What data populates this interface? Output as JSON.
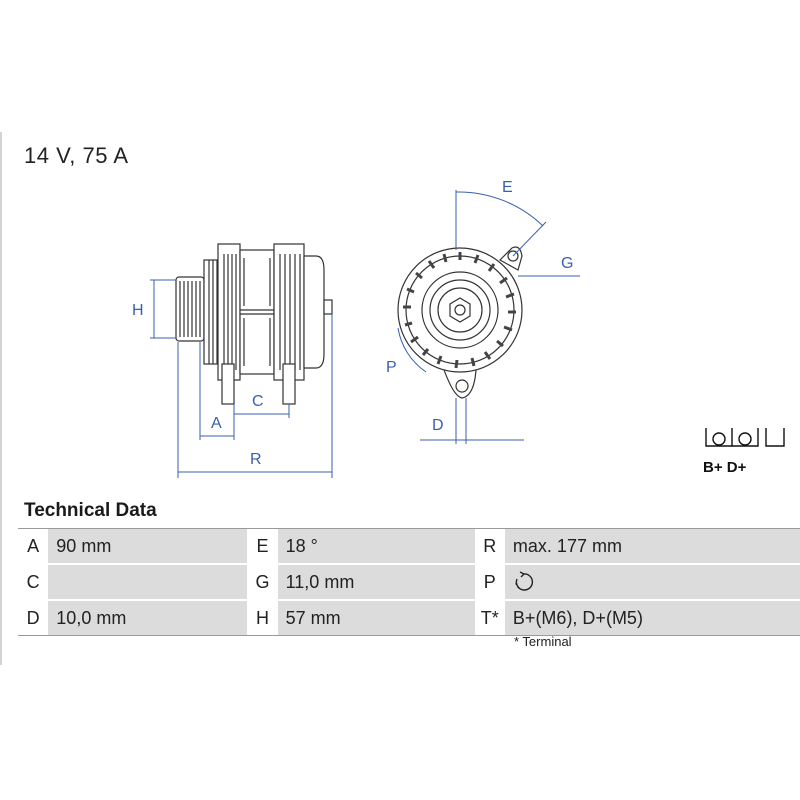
{
  "header": {
    "rating": "14 V, 75 A"
  },
  "drawing": {
    "dim_labels": {
      "A": "A",
      "C": "C",
      "H": "H",
      "R": "R",
      "E": "E",
      "G": "G",
      "P": "P",
      "D": "D"
    },
    "dim_color": "#3a5fb0"
  },
  "terminals": {
    "label": "B+ D+"
  },
  "technical_data": {
    "title": "Technical Data",
    "rows": [
      [
        {
          "key": "A",
          "value": "90 mm"
        },
        {
          "key": "E",
          "value": "18 °"
        },
        {
          "key": "R",
          "value": "max. 177 mm"
        }
      ],
      [
        {
          "key": "C",
          "value": ""
        },
        {
          "key": "G",
          "value": "11,0 mm"
        },
        {
          "key": "P",
          "value": "",
          "icon": "clockwise-rotation-icon"
        }
      ],
      [
        {
          "key": "D",
          "value": "10,0 mm"
        },
        {
          "key": "H",
          "value": "57 mm"
        },
        {
          "key": "T*",
          "value": "B+(M6), D+(M5)"
        }
      ]
    ],
    "footnote": "* Terminal"
  }
}
